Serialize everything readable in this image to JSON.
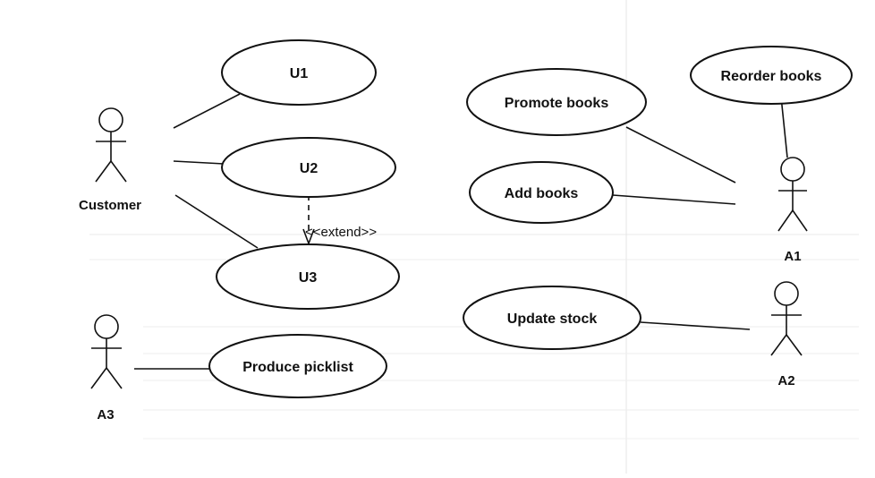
{
  "use_cases": {
    "u1": "U1",
    "u2": "U2",
    "u3": "U3",
    "produce_picklist": "Produce picklist",
    "promote_books": "Promote books",
    "add_books": "Add books",
    "reorder_books": "Reorder books",
    "update_stock": "Update stock"
  },
  "actors": {
    "customer": "Customer",
    "a1": "A1",
    "a2": "A2",
    "a3": "A3"
  },
  "relationships": {
    "extend_label": "<<extend>>"
  }
}
